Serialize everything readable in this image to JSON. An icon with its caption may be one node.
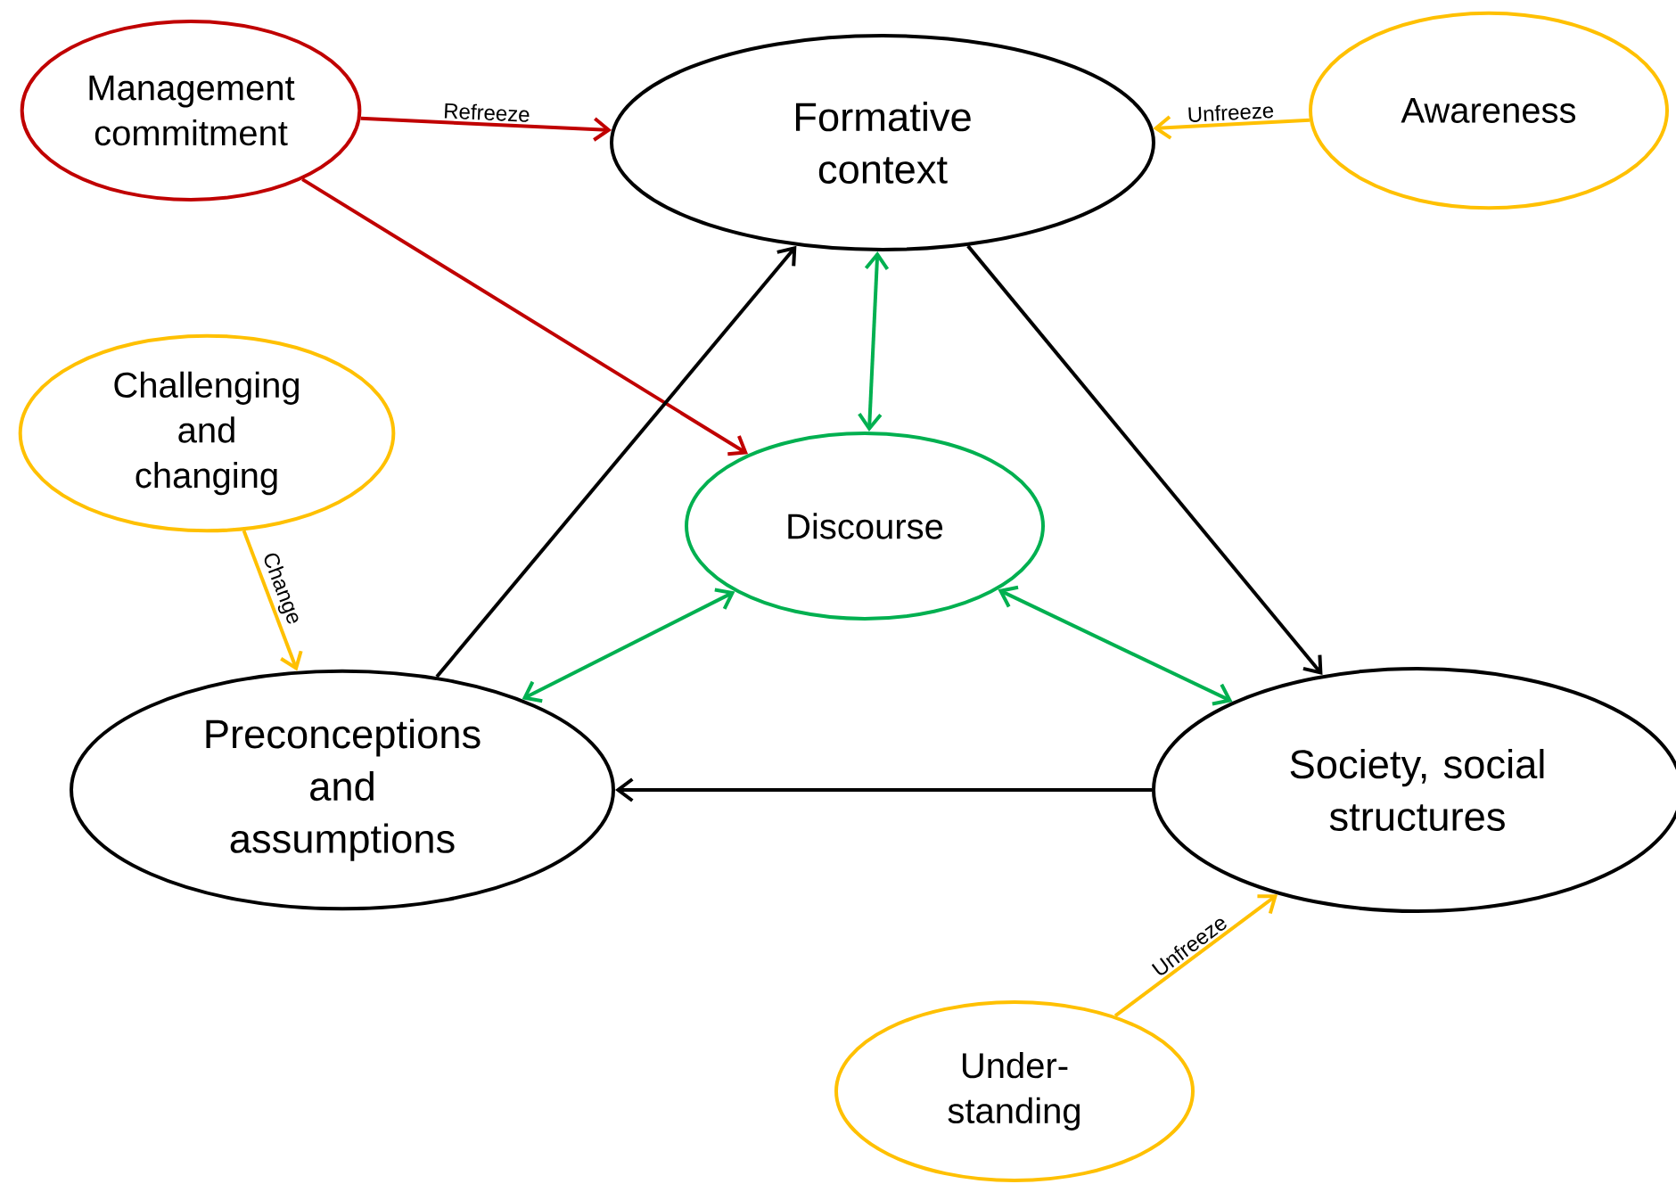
{
  "diagram": {
    "nodes": [
      {
        "text": [
          "Management commitment"
        ]
      },
      {
        "text": [
          "Formative context"
        ]
      },
      {
        "text": [
          "Awareness"
        ]
      },
      {
        "text": [
          "Challenging and changing"
        ]
      },
      {
        "text": [
          "Discourse"
        ]
      },
      {
        "text": [
          "Preconceptions and assumptions"
        ]
      },
      {
        "text": [
          "Society, social structures"
        ]
      },
      {
        "text": [
          "Under- standing"
        ]
      }
    ],
    "edges": [
      {
        "from": 0,
        "to": 1,
        "arrow": "to",
        "label": "Refreeze",
        "color": "#c00000"
      },
      {
        "from": 0,
        "to": 4,
        "arrow": "to",
        "color": "#c00000"
      },
      {
        "from": 2,
        "to": 1,
        "arrow": "to",
        "label": "Unfreeze",
        "color": "#ffc000"
      },
      {
        "from": 1,
        "to": 4,
        "arrow": "both",
        "color": "#00b050"
      },
      {
        "from": 1,
        "to": 6,
        "arrow": "to",
        "color": "#000000"
      },
      {
        "from": 5,
        "to": 1,
        "arrow": "to",
        "color": "#000000"
      },
      {
        "from": 3,
        "to": 5,
        "arrow": "to",
        "label": "Change",
        "color": "#ffc000"
      },
      {
        "from": 4,
        "to": 5,
        "arrow": "both",
        "color": "#00b050"
      },
      {
        "from": 4,
        "to": 6,
        "arrow": "both",
        "color": "#00b050"
      },
      {
        "from": 6,
        "to": 5,
        "arrow": "to",
        "color": "#000000"
      },
      {
        "from": 7,
        "to": 6,
        "arrow": "to",
        "label": "Unfreeze",
        "color": "#ffc000"
      }
    ]
  }
}
